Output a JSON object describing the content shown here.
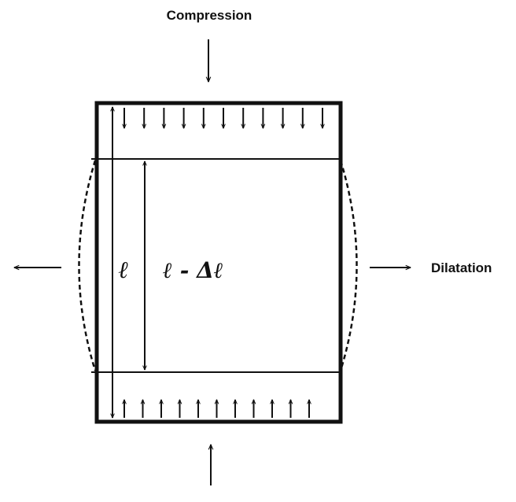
{
  "labels": {
    "compression": "Compression",
    "dilatation": "Dilatation",
    "length": "ℓ",
    "length_minus": "ℓ - Δℓ"
  },
  "arrows": {
    "top_pressure_count": 11,
    "bottom_pressure_count": 11
  }
}
